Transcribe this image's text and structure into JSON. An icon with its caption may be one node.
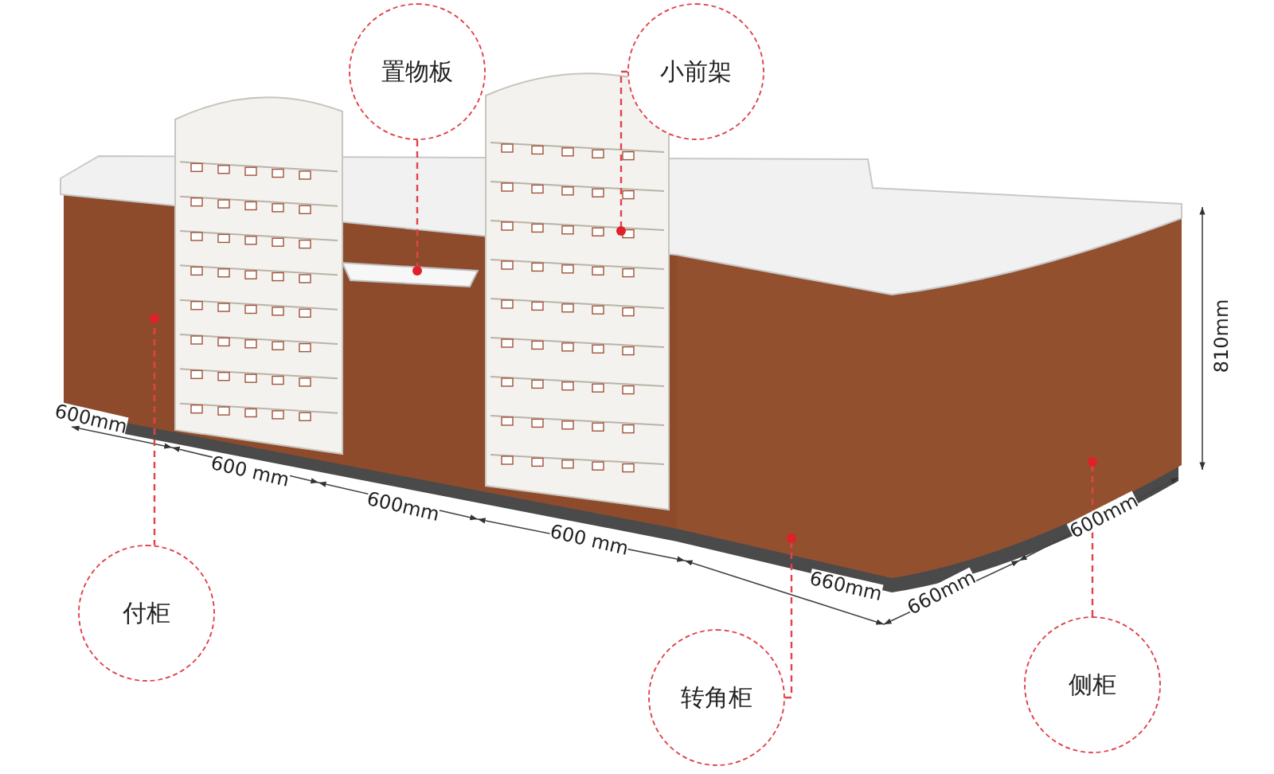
{
  "diagram": {
    "nodes": [
      {
        "text": [
          "置物板"
        ]
      },
      {
        "text": [
          "小前架"
        ]
      },
      {
        "text": [
          "付柜"
        ]
      },
      {
        "text": [
          "转角柜"
        ]
      },
      {
        "text": [
          "侧柜"
        ]
      }
    ],
    "edges": [
      {
        "from": 0,
        "to": null,
        "arrow": "other",
        "style": "dashed"
      },
      {
        "from": 1,
        "to": null,
        "arrow": "other",
        "style": "dashed"
      },
      {
        "from": 2,
        "to": null,
        "arrow": "other",
        "style": "dashed"
      },
      {
        "from": 3,
        "to": null,
        "arrow": "other",
        "style": "dashed"
      },
      {
        "from": 4,
        "to": null,
        "arrow": "other",
        "style": "dashed"
      }
    ],
    "labels": [
      "600mm",
      "600 mm",
      "600mm",
      "600 mm",
      "660mm",
      "660mm",
      "600mm",
      "810mm"
    ]
  }
}
